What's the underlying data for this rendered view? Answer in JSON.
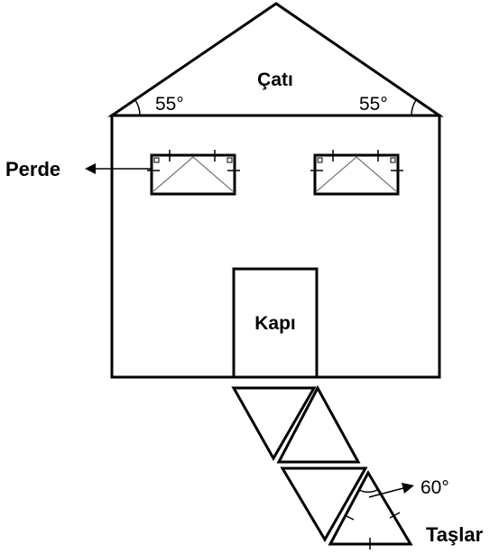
{
  "labels": {
    "roof": "Çatı",
    "roof_angle_left": "55°",
    "roof_angle_right": "55°",
    "curtain": "Perde",
    "door": "Kapı",
    "stone_angle": "60°",
    "stones": "Taşlar"
  },
  "colors": {
    "stroke": "#000000",
    "thin_stroke": "#777777",
    "background": "#ffffff"
  }
}
